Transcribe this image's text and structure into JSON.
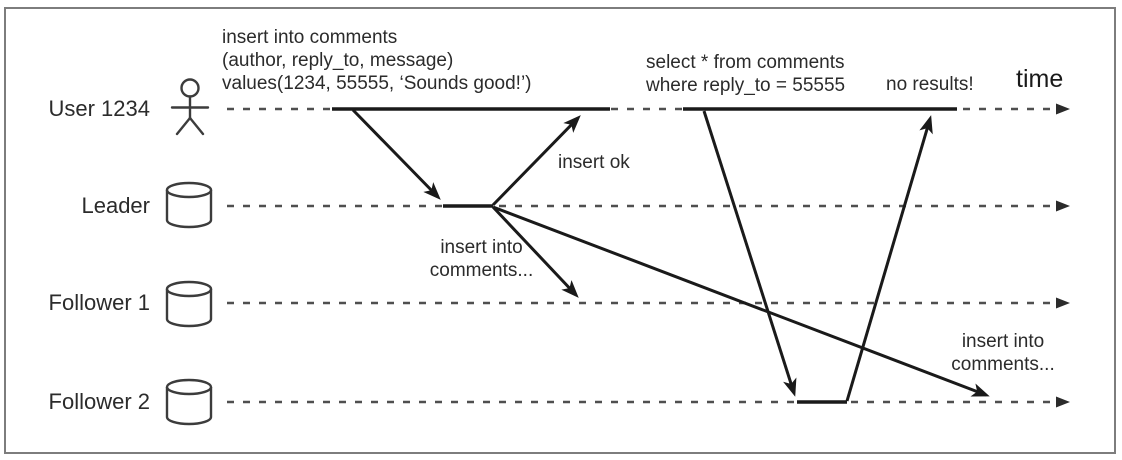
{
  "frame": {
    "border_color": "#7d7d7d",
    "background": "#ffffff"
  },
  "colors": {
    "message_line": "#1a1a1a",
    "lifeline_dashed": "#4f4f4f",
    "text": "#2b2b2b",
    "icon_stroke": "#3c3c3c"
  },
  "actors": [
    {
      "label": "User 1234",
      "icon": "person-icon"
    },
    {
      "label": "Leader",
      "icon": "database-cylinder-icon"
    },
    {
      "label": "Follower 1",
      "icon": "database-cylinder-icon"
    },
    {
      "label": "Follower 2",
      "icon": "database-cylinder-icon"
    }
  ],
  "annotations": {
    "insert_query": "insert into comments\n(author, reply_to, message)\nvalues(1234, 55555, ‘Sounds good!’)",
    "insert_ok": "insert ok",
    "insert_into_comments_left": "insert into\ncomments...",
    "select_query": "select * from comments\nwhere reply_to = 55555",
    "no_results": "no results!",
    "insert_into_comments_right": "insert into\ncomments...",
    "time_label": "time"
  }
}
